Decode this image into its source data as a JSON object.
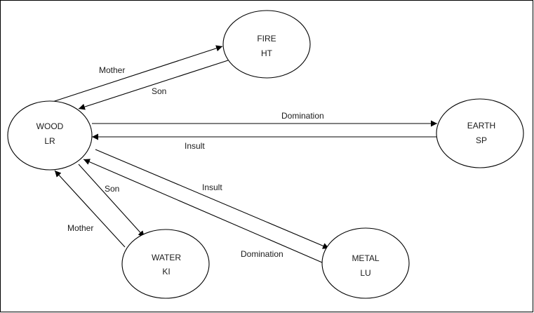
{
  "nodes": [
    {
      "id": "fire",
      "name": "FIRE",
      "code": "HT"
    },
    {
      "id": "wood",
      "name": "WOOD",
      "code": "LR"
    },
    {
      "id": "earth",
      "name": "EARTH",
      "code": "SP"
    },
    {
      "id": "water",
      "name": "WATER",
      "code": "KI"
    },
    {
      "id": "metal",
      "name": "METAL",
      "code": "LU"
    }
  ],
  "edges": [
    {
      "from": "wood",
      "to": "fire",
      "label": "Mother"
    },
    {
      "from": "fire",
      "to": "wood",
      "label": "Son"
    },
    {
      "from": "wood",
      "to": "earth",
      "label": "Domination"
    },
    {
      "from": "earth",
      "to": "wood",
      "label": "Insult"
    },
    {
      "from": "wood",
      "to": "water",
      "label": "Son"
    },
    {
      "from": "water",
      "to": "wood",
      "label": "Mother"
    },
    {
      "from": "wood",
      "to": "metal",
      "label": "Insult"
    },
    {
      "from": "metal",
      "to": "wood",
      "label": "Domination"
    }
  ]
}
